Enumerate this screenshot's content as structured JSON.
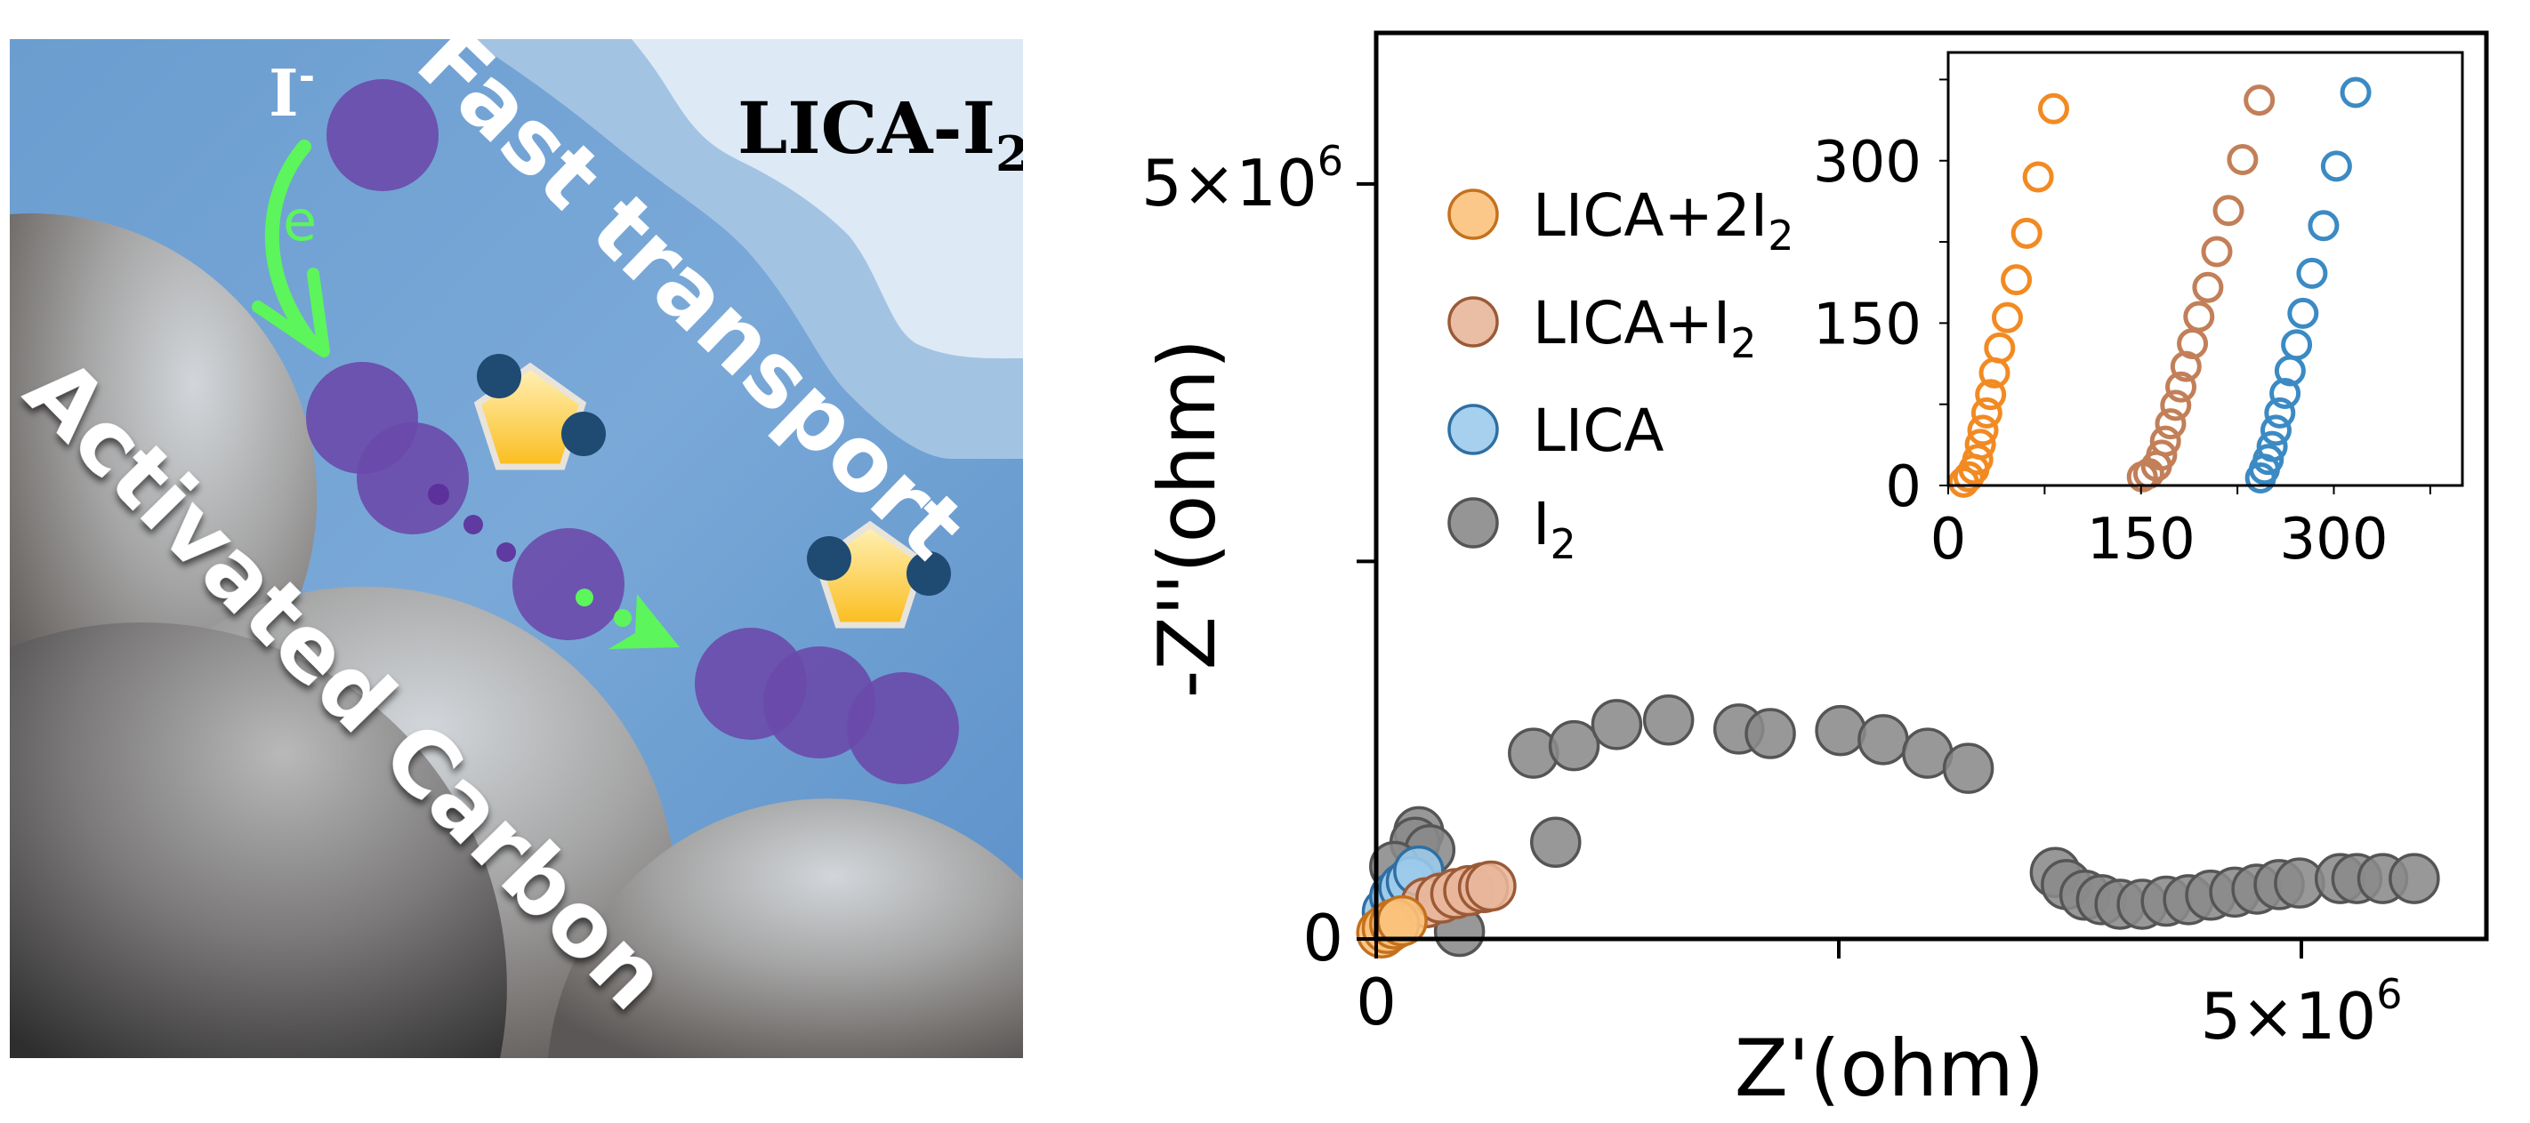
{
  "illustration": {
    "title": "LICA-I",
    "title_sub": "2",
    "ion_label": "I",
    "ion_charge": "-",
    "electron_label": "e",
    "fast_transport_label": "Fast transport",
    "carbon_label": "Activated Carbon",
    "colors": {
      "background": "#5f93ca",
      "iodine": "#6a4aab",
      "electron": "#5cf55c",
      "pentagon": "#fcc93a",
      "pentagon_dot": "#1f4a72"
    }
  },
  "chart_data": [
    {
      "type": "scatter",
      "title": "",
      "xlabel": "Z'(ohm)",
      "ylabel": "-Z''(ohm)",
      "xlim": [
        0,
        6000000
      ],
      "ylim": [
        0,
        6000000
      ],
      "grid": false,
      "legend_position": "top-left",
      "x_ticks": [
        {
          "value": 0,
          "label": "0"
        },
        {
          "value": 2500000,
          "label": ""
        },
        {
          "value": 5000000,
          "label": "5×10",
          "sup": "6"
        }
      ],
      "y_ticks": [
        {
          "value": 0,
          "label": "0"
        },
        {
          "value": 2500000,
          "label": ""
        },
        {
          "value": 5000000,
          "label": "5×10",
          "sup": "6"
        }
      ],
      "series": [
        {
          "name": "I",
          "name_sub": "2",
          "fill": "#8a8a8a",
          "stroke": "#555555",
          "x": [
            230000,
            210000,
            290000,
            100000,
            450000,
            970000,
            850000,
            1070000,
            1300000,
            1580000,
            1960000,
            2130000,
            2510000,
            2740000,
            2980000,
            3200000,
            3670000,
            3730000,
            3830000,
            3920000,
            4020000,
            4140000,
            4270000,
            4390000,
            4510000,
            4640000,
            4760000,
            4880000,
            4990000,
            5210000,
            5300000,
            5440000,
            5610000
          ],
          "y": [
            710000,
            640000,
            590000,
            480000,
            50000,
            640000,
            1230000,
            1280000,
            1420000,
            1450000,
            1390000,
            1360000,
            1380000,
            1320000,
            1230000,
            1130000,
            440000,
            360000,
            290000,
            260000,
            230000,
            230000,
            250000,
            260000,
            290000,
            310000,
            330000,
            360000,
            370000,
            400000,
            400000,
            400000,
            400000
          ]
        },
        {
          "name": "LICA",
          "name_sub": "",
          "fill": "#9ccbec",
          "stroke": "#2f6fa3",
          "x": [
            60000,
            100000,
            150000,
            190000,
            230000
          ],
          "y": [
            180000,
            280000,
            340000,
            380000,
            450000
          ]
        },
        {
          "name": "LICA+I",
          "name_sub": "2",
          "fill": "#e8b69b",
          "stroke": "#9b5a36",
          "x": [
            270000,
            350000,
            430000,
            500000,
            580000,
            620000
          ],
          "y": [
            240000,
            270000,
            300000,
            320000,
            340000,
            350000
          ]
        },
        {
          "name": "LICA+2I",
          "name_sub": "2",
          "fill": "#fbc27c",
          "stroke": "#c4711c",
          "x": [
            30000,
            60000,
            100000,
            140000
          ],
          "y": [
            40000,
            70000,
            100000,
            120000
          ]
        }
      ],
      "legend_order": [
        3,
        2,
        1,
        0
      ]
    },
    {
      "type": "scatter",
      "title": "inset",
      "xlabel": "",
      "ylabel": "",
      "xlim": [
        0,
        400
      ],
      "ylim": [
        0,
        400
      ],
      "grid": false,
      "x_ticks": [
        {
          "value": 0,
          "label": "0"
        },
        {
          "value": 75,
          "label": ""
        },
        {
          "value": 150,
          "label": "150"
        },
        {
          "value": 225,
          "label": ""
        },
        {
          "value": 300,
          "label": "300"
        },
        {
          "value": 375,
          "label": ""
        }
      ],
      "y_ticks": [
        {
          "value": 0,
          "label": "0"
        },
        {
          "value": 75,
          "label": ""
        },
        {
          "value": 150,
          "label": "150"
        },
        {
          "value": 225,
          "label": ""
        },
        {
          "value": 300,
          "label": "300"
        },
        {
          "value": 375,
          "label": ""
        }
      ],
      "series": [
        {
          "name": "LICA+2I2",
          "stroke": "#f28a22",
          "x": [
            12,
            16,
            20,
            23,
            25,
            27,
            30,
            33,
            36,
            40,
            46,
            53,
            61,
            70,
            82
          ],
          "y": [
            3,
            8,
            15,
            24,
            38,
            51,
            67,
            84,
            104,
            127,
            155,
            190,
            233,
            285,
            348
          ]
        },
        {
          "name": "LICA+I2",
          "stroke": "#c27f58",
          "x": [
            151,
            156,
            162,
            166,
            169,
            173,
            177,
            181,
            185,
            190,
            195,
            202,
            209,
            218,
            229,
            242
          ],
          "y": [
            8,
            11,
            18,
            28,
            41,
            57,
            74,
            91,
            110,
            131,
            156,
            183,
            216,
            254,
            301,
            356
          ]
        },
        {
          "name": "LICA",
          "stroke": "#3b8ac4",
          "x": [
            243,
            246,
            249,
            252,
            255,
            258,
            262,
            266,
            271,
            276,
            283,
            292,
            302,
            317
          ],
          "y": [
            7,
            15,
            24,
            36,
            51,
            67,
            85,
            106,
            130,
            159,
            196,
            240,
            295,
            363
          ]
        }
      ]
    }
  ]
}
